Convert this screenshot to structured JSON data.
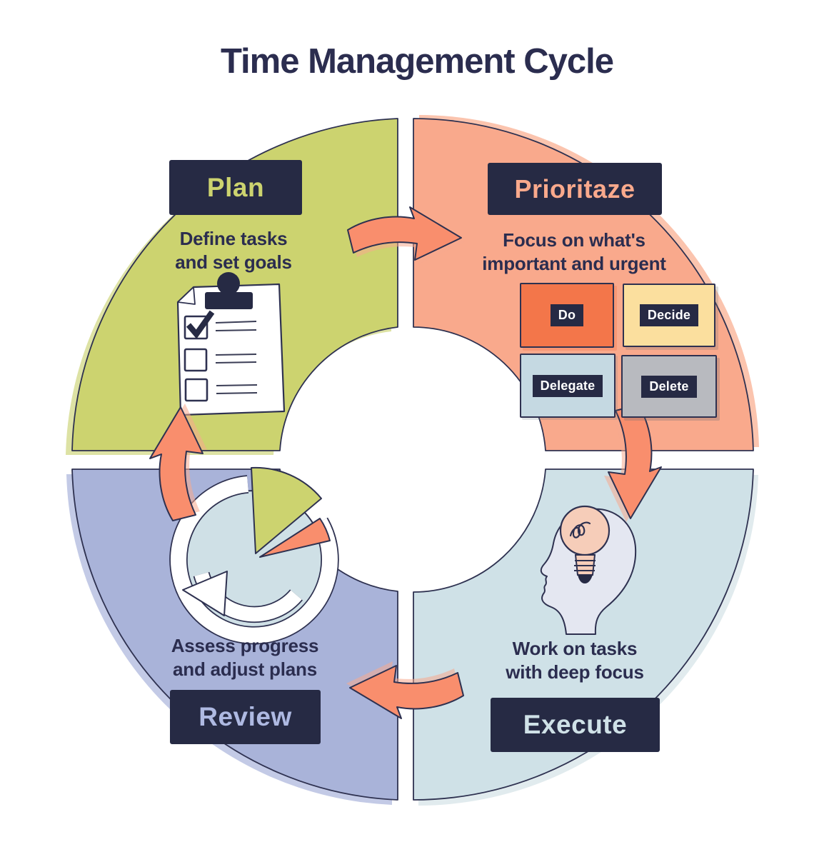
{
  "title": "Time Management Cycle",
  "quadrants": {
    "plan": {
      "label": "Plan",
      "description": "Define tasks and set goals",
      "icon": "checklist-clipboard-icon",
      "color": "#ccd36f",
      "shadow_color": "#dde2a4"
    },
    "prioritize": {
      "label": "Prioritaze",
      "description": "Focus on what's important and urgent",
      "icon": "eisenhower-matrix-boxes",
      "color": "#f9a98c",
      "shadow_color": "#fbc4ae",
      "matrix": [
        {
          "label": "Do",
          "color": "#f3764a"
        },
        {
          "label": "Decide",
          "color": "#fbdf9e"
        },
        {
          "label": "Delegate",
          "color": "#c5d9e2"
        },
        {
          "label": "Delete",
          "color": "#b8babf"
        }
      ]
    },
    "execute": {
      "label": "Execute",
      "description": "Work on tasks with deep focus",
      "icon": "head-lightbulb-icon",
      "color": "#cfe1e7",
      "shadow_color": "#e1ebee"
    },
    "review": {
      "label": "Review",
      "description": "Assess progress and adjust plans",
      "icon": "pie-chart-refresh-icon",
      "color": "#a9b3d9",
      "shadow_color": "#c3cae6"
    }
  },
  "colors": {
    "navy": "#262a44",
    "outline": "#2e3150",
    "title_text": "#2b2d4f",
    "arrow_orange": "#f98e6d",
    "arrow_shadow": "#f8a98e",
    "bulb_peach": "#f6cdb9",
    "head_lavender": "#e4e7f1",
    "pie_blue": "#cfe0e6",
    "paper_white": "#ffffff"
  },
  "icons": {
    "cycle_arrows": "curved-cycle-arrow-icon"
  }
}
